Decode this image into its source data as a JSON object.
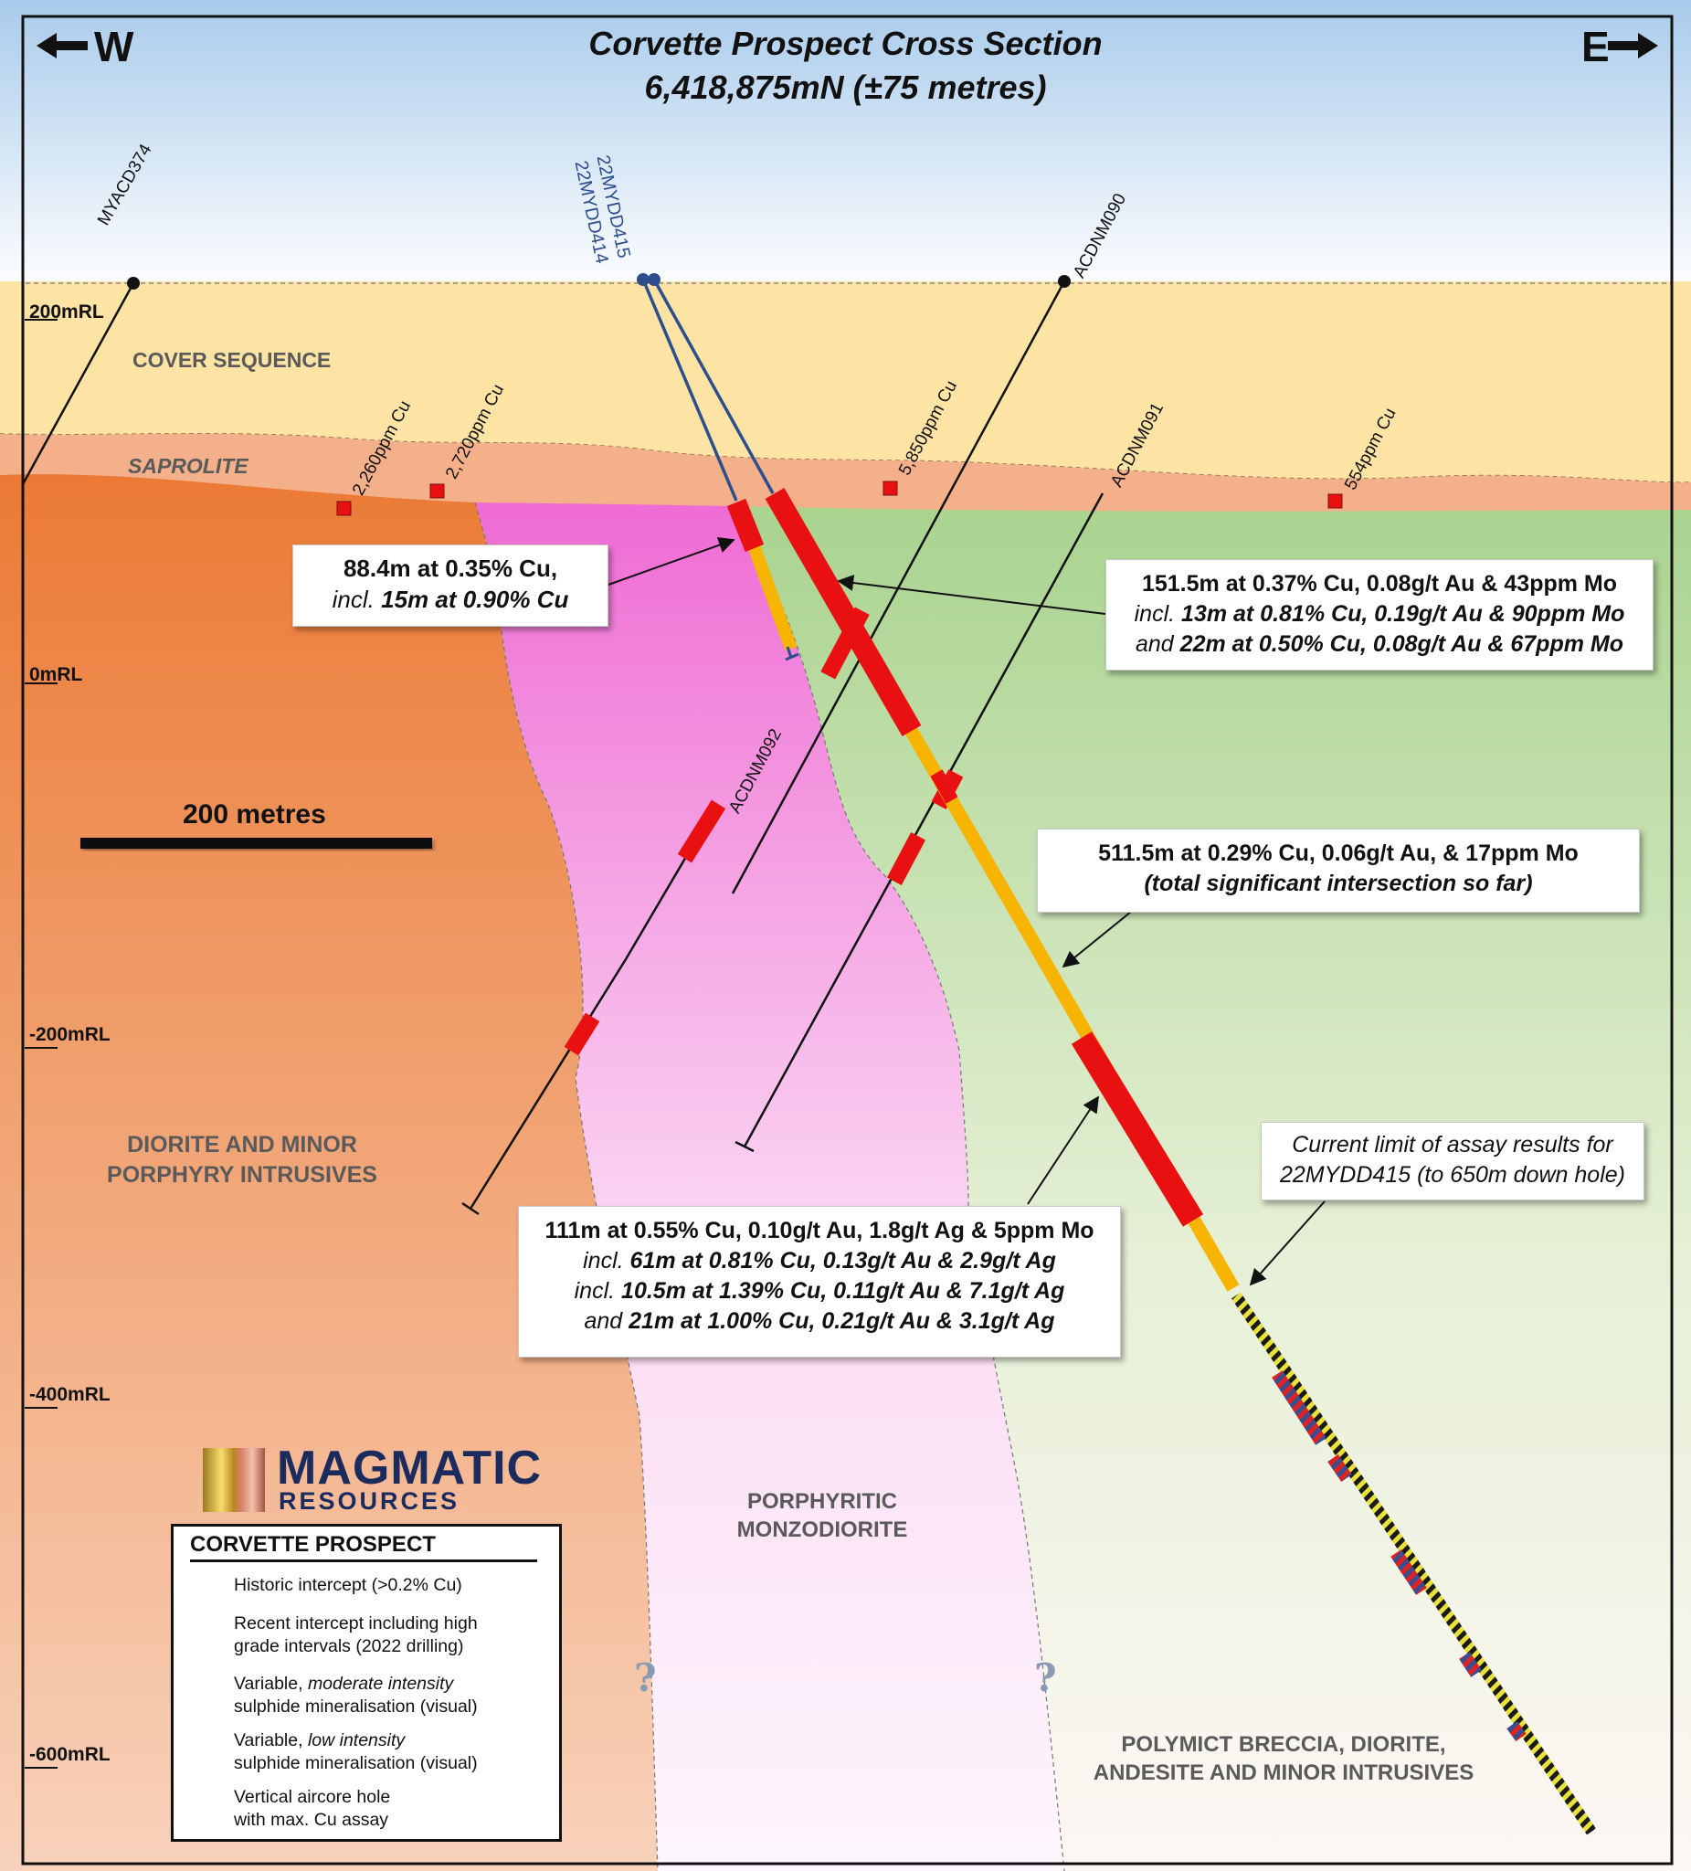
{
  "title": {
    "line1": "Corvette Prospect Cross Section",
    "line2": "6,418,875mN (±75 metres)"
  },
  "directions": {
    "west": "W",
    "east": "E"
  },
  "rl_labels": [
    "200mRL",
    "0mRL",
    "-200mRL",
    "-400mRL",
    "-600mRL"
  ],
  "scale_bar": {
    "label": "200 metres"
  },
  "units": {
    "cover": "COVER SEQUENCE",
    "saprolite": "SAPROLITE",
    "diorite": [
      "DIORITE AND MINOR",
      "PORPHYRY INTRUSIVES"
    ],
    "monzodiorite": [
      "PORPHYRITIC",
      "MONZODIORITE"
    ],
    "breccia": [
      "POLYMICT BRECCIA, DIORITE,",
      "ANDESITE AND MINOR INTRUSIVES"
    ]
  },
  "drillholes": {
    "myacd374": "MYACD374",
    "mydd415": "22MYDD415",
    "mydd414": "22MYDD414",
    "acdnm090": "ACDNM090",
    "acdnm091": "ACDNM091",
    "acdnm092": "ACDNM092"
  },
  "aircore_assays": [
    "2,260ppm Cu",
    "2,720ppm Cu",
    "5,850ppm Cu",
    "554ppm Cu"
  ],
  "callouts": {
    "c414": {
      "line1": "88.4m at 0.35% Cu,",
      "line2_pre": "incl.",
      "line2_b": "15m at 0.90% Cu"
    },
    "c415a": {
      "line1": "151.5m at 0.37% Cu, 0.08g/t Au & 43ppm Mo",
      "line2_pre": "incl.",
      "line2_b": "13m at 0.81% Cu, 0.19g/t Au & 90ppm Mo",
      "line3_pre": "and",
      "line3_b": "22m at 0.50% Cu, 0.08g/t Au & 67ppm Mo"
    },
    "c415total": {
      "line1": "511.5m at 0.29% Cu, 0.06g/t Au, & 17ppm Mo",
      "line2": "(total significant intersection so far)"
    },
    "c415limit": {
      "line1": "Current limit of assay results for",
      "line2": "22MYDD415 (to 650m down hole)"
    },
    "c415b": {
      "line1": "111m at 0.55% Cu, 0.10g/t Au, 1.8g/t Ag & 5ppm Mo",
      "line2_pre": "incl.",
      "line2_b": "61m at 0.81% Cu, 0.13g/t Au & 2.9g/t Ag",
      "line3_pre": "incl.",
      "line3_b": "10.5m at 1.39% Cu, 0.11g/t Au & 7.1g/t Ag",
      "line4_pre": "and",
      "line4_b": "21m at 1.00% Cu, 0.21g/t Au & 3.1g/t Ag"
    }
  },
  "legend": {
    "title": "CORVETTE PROSPECT",
    "historic": "Historic intercept (>0.2% Cu)",
    "recent_1": "Recent intercept including high",
    "recent_2": "grade intervals (2022 drilling)",
    "moderate_pre": "Variable,",
    "moderate_it": "moderate intensity",
    "moderate_2": "sulphide mineralisation (visual)",
    "low_pre": "Variable,",
    "low_it": "low intensity",
    "low_2": "sulphide mineralisation (visual)",
    "aircore_1": "Vertical aircore hole",
    "aircore_2": "with max. Cu assay"
  },
  "logo": {
    "line1": "MAGMATIC",
    "line2": "RESOURCES"
  },
  "unknown_marks": [
    "?",
    "?"
  ],
  "colors": {
    "intercept_red": "#e81010",
    "intercept_orange": "#f7b400",
    "hole_blue": "#2d4e8c",
    "magmatic_navy": "#1b2b5e"
  }
}
